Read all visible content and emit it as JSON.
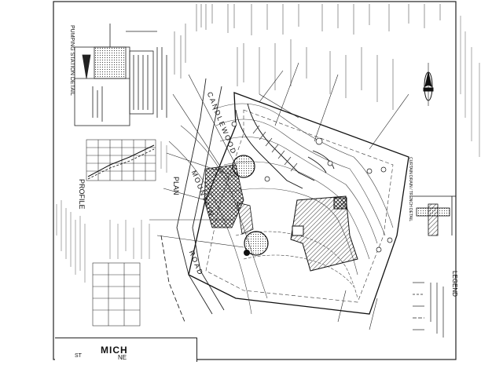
{
  "sheet": {
    "background": "#ffffff",
    "ink": "#111111",
    "hatch": "#333333"
  },
  "labels": {
    "pumping_station_detail": "PUMPING STATION DETAIL",
    "profile": "PROFILE",
    "plan": "PLAN",
    "road_candlewood": "CANDLEWOOD",
    "road_mountain": "MOUNTAIN",
    "road_word": "ROAD",
    "curtain_drain_detail": "CURTAIN DRAIN / TRENCH DETAIL",
    "legend": "LEGEND",
    "firm_name": "MICH",
    "title_ne": "NE",
    "title_st": "ST"
  },
  "icons": {
    "north_arrow": "north-arrow-icon"
  }
}
